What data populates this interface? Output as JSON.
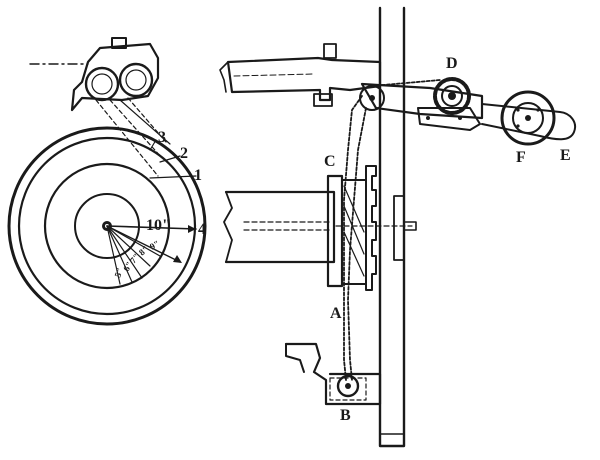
{
  "diagram": {
    "part_labels": {
      "A": "A",
      "B": "B",
      "C": "C",
      "D": "D",
      "E": "E",
      "F": "F"
    },
    "circle_labels": {
      "one": "1",
      "two": "2",
      "three": "3",
      "four": "4"
    },
    "dimensions": {
      "main": "10\"",
      "small": [
        "9\"",
        "8\"",
        "7\"",
        "6\"",
        "5\""
      ]
    }
  }
}
